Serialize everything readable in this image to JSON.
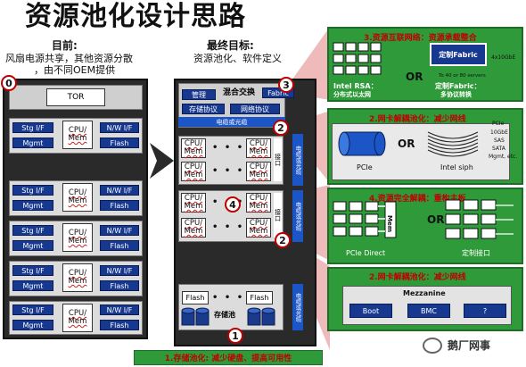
{
  "title": "资源池化设计思路",
  "left": {
    "heading": "目前:",
    "line1": "风扇电源共享，其他资源分散",
    "line2": "，由不同OEM提供",
    "tor": "TOR",
    "stg": "Stg I/F",
    "mgmt": "Mgmt",
    "cpu1": "CPU/",
    "cpu2": "Mem",
    "nw": "N/W I/F",
    "flash": "Flash"
  },
  "center": {
    "heading": "最终目标:",
    "line1": "资源池化、软件定义",
    "mgr": "管理",
    "switch": "混合交换",
    "fabric": "Fabric",
    "storage_proto": "存储协议",
    "net_proto": "网络协议",
    "cable": "电缆或光缆",
    "iface": "接口",
    "flash": "Flash",
    "pool": "存储池",
    "cpu1": "CPU/",
    "cpu2": "Mem",
    "dots": "• • •"
  },
  "badges": [
    "0",
    "1",
    "2",
    "2",
    "3",
    "4"
  ],
  "panels": {
    "p3": {
      "title": "3.资源互联网络：资源承载整合",
      "fabric": "定制Fabric",
      "tengbe": "4x10GbE",
      "rsa1": "Intel RSA：",
      "rsa2": "分布式以太网",
      "or": "OR",
      "servers": "To 40 or 80 servers",
      "custom1": "定制Fabric：",
      "custom2": "多协议转换"
    },
    "p2a": {
      "title": "2.网卡解耦池化：减少网线",
      "pcie": "PCIe",
      "or": "OR",
      "siph": "Intel siph",
      "specs": [
        "PCIe",
        "10GbE",
        "SAS",
        "SATA",
        "Mgmt, etc."
      ]
    },
    "p4": {
      "title": "4.资源完全解耦：重构主板",
      "mem": "Mem",
      "direct": "PCIe Direct",
      "or": "OR",
      "custom": "定制接口"
    },
    "p2b": {
      "title": "2.网卡解耦池化：减少网线",
      "mezz": "Mezzanine",
      "boot": "Boot",
      "bmc": "BMC",
      "q": "?"
    }
  },
  "bottom": "1.存储池化: 减少硬盘、提高可用性",
  "watermark": "鹅厂网事",
  "colors": {
    "panel_green": "#2f9a3a",
    "chip_blue": "#17388f",
    "accent_red": "#c00000",
    "arrow_red": "#e8a3a3"
  }
}
